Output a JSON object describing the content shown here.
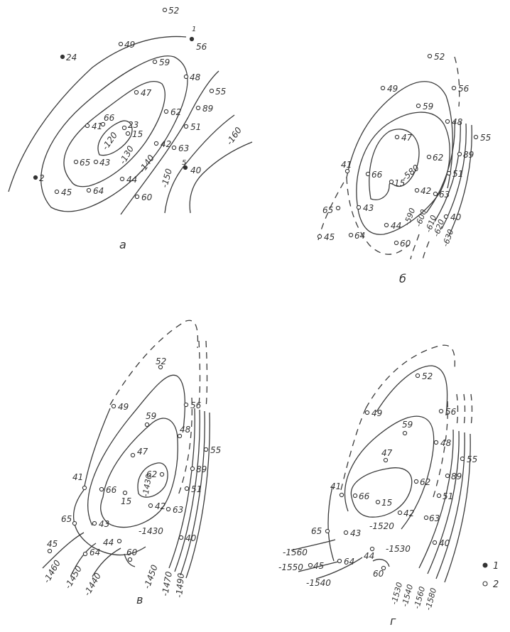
{
  "panels": [
    {
      "label": "а",
      "wells": [
        "52",
        "1",
        "56",
        "49",
        "24",
        "59",
        "48",
        "55",
        "47",
        "62",
        "89",
        "41",
        "66",
        "23",
        "15",
        "51",
        "2",
        "65",
        "43",
        "42",
        "63",
        "45",
        "64",
        "44",
        "60",
        "5",
        "40"
      ],
      "contour_labels": [
        "-120",
        "-130",
        "-140",
        "-150",
        "-160"
      ]
    },
    {
      "label": "б",
      "wells": [
        "52",
        "49",
        "56",
        "59",
        "48",
        "55",
        "47",
        "89",
        "62",
        "41",
        "66",
        "15",
        "51",
        "42",
        "63",
        "65",
        "43",
        "40",
        "45",
        "44",
        "64",
        "60"
      ],
      "contour_labels": [
        "-580",
        "-590",
        "-600",
        "-610",
        "-620",
        "-630"
      ]
    },
    {
      "label": "в",
      "wells": [
        "52",
        "49",
        "56",
        "59",
        "48",
        "47",
        "55",
        "62",
        "89",
        "41",
        "66",
        "15",
        "51",
        "42",
        "63",
        "65",
        "43",
        "44",
        "40",
        "45",
        "64",
        "60"
      ],
      "contour_labels": [
        "-1430",
        "-1430",
        "-1460",
        "-1450",
        "-1440",
        "-1450",
        "-1470",
        "-1490"
      ]
    },
    {
      "label": "г",
      "wells": [
        "52",
        "49",
        "56",
        "59",
        "48",
        "47",
        "55",
        "62",
        "89",
        "41",
        "66",
        "15",
        "51",
        "42",
        "63",
        "65",
        "43",
        "44",
        "40",
        "64",
        "45",
        "60"
      ],
      "contour_labels": [
        "-1520",
        "-1530",
        "-1560",
        "-1550",
        "-1540",
        "-1530",
        "-1540",
        "-1560",
        "-1580"
      ]
    }
  ],
  "legend": {
    "items": [
      "1",
      "2"
    ]
  }
}
